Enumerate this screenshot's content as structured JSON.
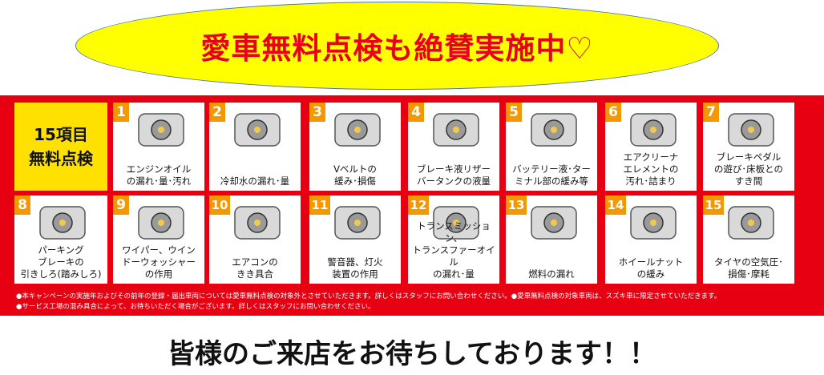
{
  "banner": {
    "text": "愛車無料点検も絶賛実施中♡"
  },
  "panel": {
    "title_line1": "15項目",
    "title_line2": "無料点検",
    "items": [
      {
        "number": "1",
        "label": "エンジンオイル\nの漏れ･量･汚れ"
      },
      {
        "number": "2",
        "label": "冷却水の漏れ･量"
      },
      {
        "number": "3",
        "label": "Vベルトの\n緩み･損傷"
      },
      {
        "number": "4",
        "label": "ブレーキ液リザー\nバータンクの液量"
      },
      {
        "number": "5",
        "label": "バッテリー液･ター\nミナル部の緩み等"
      },
      {
        "number": "6",
        "label": "エアクリーナ\nエレメントの\n汚れ･詰まり"
      },
      {
        "number": "7",
        "label": "ブレーキペダル\nの遊び･床板との\nすき間"
      },
      {
        "number": "8",
        "label": "パーキング\nブレーキの\n引きしろ(踏みしろ)"
      },
      {
        "number": "9",
        "label": "ワイパー、ウイン\nドーウォッシャー\nの作用"
      },
      {
        "number": "10",
        "label": "エアコンの\nきき具合"
      },
      {
        "number": "11",
        "label": "警音器、灯火\n装置の作用"
      },
      {
        "number": "12",
        "label": "トランスミッション、\nトランスファーオイル\nの漏れ･量"
      },
      {
        "number": "13",
        "label": "燃料の漏れ"
      },
      {
        "number": "14",
        "label": "ホイールナット\nの緩み"
      },
      {
        "number": "15",
        "label": "タイヤの空気圧･\n損傷･摩耗"
      }
    ],
    "notes": [
      "●本キャンペーンの実施年およびその前年の登録・届出車両については愛車無料点検の対象外とさせていただきます。詳しくはスタッフにお問い合わせください。●愛車無料点検の対象車両は、スズキ車に限定させていただきます。",
      "●サービス工場の混み具合によって、お待ちいただく場合がございます。詳しくはスタッフにお問い合わせください。"
    ]
  },
  "footer": {
    "text": "皆様のご来店をお待ちしております！！"
  },
  "colors": {
    "banner_fill": "#ffff00",
    "banner_text": "#e8001c",
    "panel_red": "#e60012",
    "title_yellow": "#ffe100",
    "number_orange": "#f39800"
  }
}
